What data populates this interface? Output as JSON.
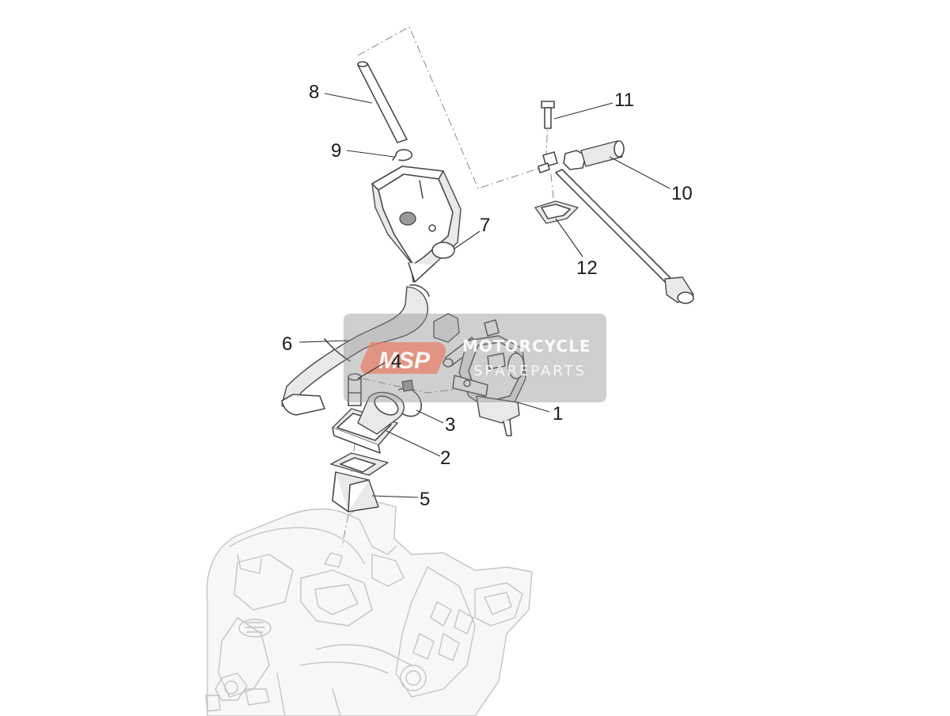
{
  "callouts": {
    "c1": "1",
    "c2": "2",
    "c3": "3",
    "c4": "4",
    "c5": "5",
    "c6": "6",
    "c7": "7",
    "c8": "8",
    "c9": "9",
    "c10": "10",
    "c11": "11",
    "c12": "12"
  },
  "watermark": {
    "logo": "MSP",
    "line1": "MOTORCYCLE",
    "line2": "SPAREPARTS"
  },
  "colors": {
    "line_art": "#4a4a4a",
    "engine_ghost": "#c4c4c4",
    "watermark_box": "#8c8c8c",
    "watermark_logo": "#e8806a"
  }
}
